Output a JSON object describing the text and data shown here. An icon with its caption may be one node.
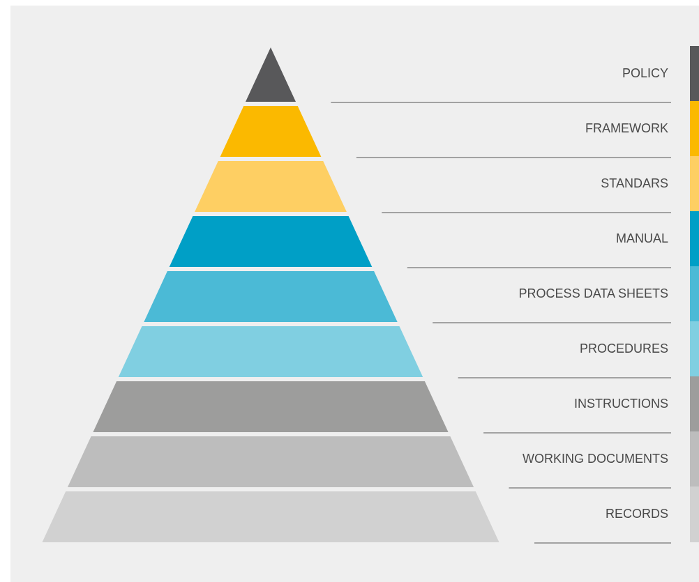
{
  "diagram": {
    "nodes": [
      {
        "text": [],
        "shape": "triangle"
      },
      {
        "text": [],
        "shape": "trapezoid"
      },
      {
        "text": [],
        "shape": "trapezoid"
      },
      {
        "text": [],
        "shape": "trapezoid"
      },
      {
        "text": [],
        "shape": "trapezoid"
      },
      {
        "text": [],
        "shape": "trapezoid"
      },
      {
        "text": [],
        "shape": "trapezoid"
      },
      {
        "text": [],
        "shape": "trapezoid"
      },
      {
        "text": [],
        "shape": "trapezoid"
      }
    ],
    "legend": [
      {
        "text": "POLICY",
        "color": "#58585a"
      },
      {
        "text": "FRAMEWORK",
        "color": "#fbb900"
      },
      {
        "text": "STANDARS",
        "color": "#fecf63"
      },
      {
        "text": "MANUAL",
        "color": "#009fc6"
      },
      {
        "text": "PROCESS DATA SHEETS",
        "color": "#4bbad6"
      },
      {
        "text": "PROCEDURES",
        "color": "#80cfe1"
      },
      {
        "text": "INSTRUCTIONS",
        "color": "#9d9d9c"
      },
      {
        "text": "WORKING DOCUMENTS",
        "color": "#bdbdbd"
      },
      {
        "text": "RECORDS",
        "color": "#d1d1d1"
      }
    ]
  }
}
